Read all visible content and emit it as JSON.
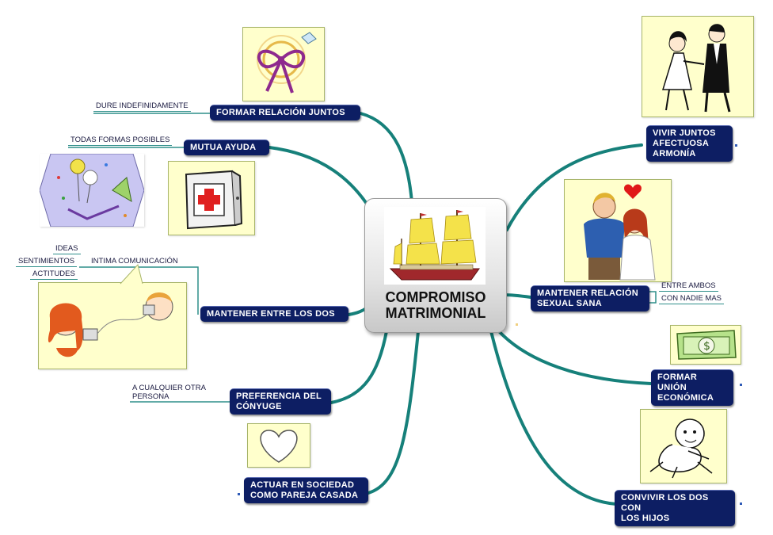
{
  "center": {
    "title_line1": "COMPROMISO",
    "title_line2": "MATRIMONIAL"
  },
  "nodes": {
    "formar_relacion": "FORMAR RELACIÓN JUNTOS",
    "mutua_ayuda": "MUTUA AYUDA",
    "mantener_entre": "MANTENER ENTRE LOS DOS",
    "preferencia_l1": "PREFERENCIA DEL",
    "preferencia_l2": "CÓNYUGE",
    "actuar_l1": "ACTUAR EN SOCIEDAD",
    "actuar_l2": "COMO PAREJA CASADA",
    "vivir_l1": "VIVIR JUNTOS",
    "vivir_l2": "AFECTUOSA",
    "vivir_l3": "ARMONÍA",
    "sexual_l1": "MANTENER RELACIÓN",
    "sexual_l2": "SEXUAL SANA",
    "union_l1": "FORMAR UNIÓN",
    "union_l2": "ECONÓMICA",
    "hijos_l1": "CONVIVIR LOS DOS CON",
    "hijos_l2": "LOS HIJOS"
  },
  "subs": {
    "dure": "DURE INDEFINIDAMENTE",
    "todas": "TODAS FORMAS POSIBLES",
    "ideas": "IDEAS",
    "sentimientos": "SENTIMIENTOS",
    "actitudes": "ACTITUDES",
    "intima": "INTIMA COMUNICACIÓN",
    "cualquier_l1": "A CUALQUIER OTRA",
    "cualquier_l2": "PERSONA",
    "entre_ambos": "ENTRE AMBOS",
    "con_nadie": "CON NADIE MAS"
  },
  "colors": {
    "node_bg": "#0d1e63",
    "branch": "#16807a",
    "image_bg": "#ffffcc"
  }
}
